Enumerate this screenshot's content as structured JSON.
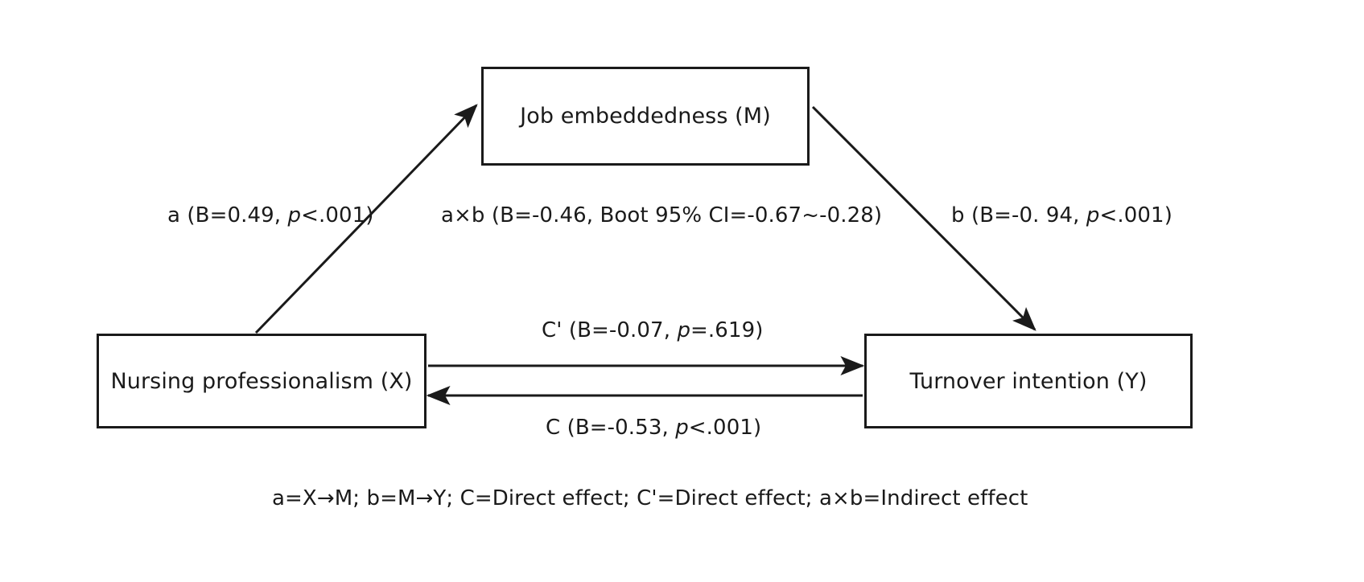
{
  "figure": {
    "type": "mediation-path-diagram",
    "background_color": "#ffffff",
    "line_color": "#1a1a1a"
  },
  "nodes": {
    "mediator": {
      "label": "Job embeddedness (M)",
      "role": "M"
    },
    "predictor": {
      "label": "Nursing professionalism (X)",
      "role": "X"
    },
    "outcome": {
      "label": "Turnover intention (Y)",
      "role": "Y"
    }
  },
  "paths": {
    "a": {
      "prefix": "a (B=0.49, ",
      "p_italic": "p",
      "suffix": "<.001)",
      "from": "X",
      "to": "M",
      "coefficient": "0.49"
    },
    "b": {
      "prefix": "b (B=-0. 94, ",
      "p_italic": "p",
      "suffix": "<.001)",
      "from": "M",
      "to": "Y",
      "coefficient": "-0. 94"
    },
    "indirect": {
      "prefix": "a×b (B=-0.46, Boot 95% CI=-0.67~-0.28)",
      "coefficient": "-0.46",
      "ci_lower": "-0.67",
      "ci_upper": "-0.28"
    },
    "c_prime": {
      "prefix": "C' (B=-0.07, ",
      "p_italic": "p",
      "suffix": "=.619)",
      "from": "X",
      "to": "Y",
      "coefficient": "-0.07"
    },
    "c": {
      "prefix": "C (B=-0.53, ",
      "p_italic": "p",
      "suffix": "<.001)",
      "from": "Y",
      "to": "X",
      "coefficient": "-0.53"
    }
  },
  "footnote": {
    "text": "a=X→M; b=M→Y; C=Direct effect; C'=Direct effect; a×b=Indirect effect"
  }
}
